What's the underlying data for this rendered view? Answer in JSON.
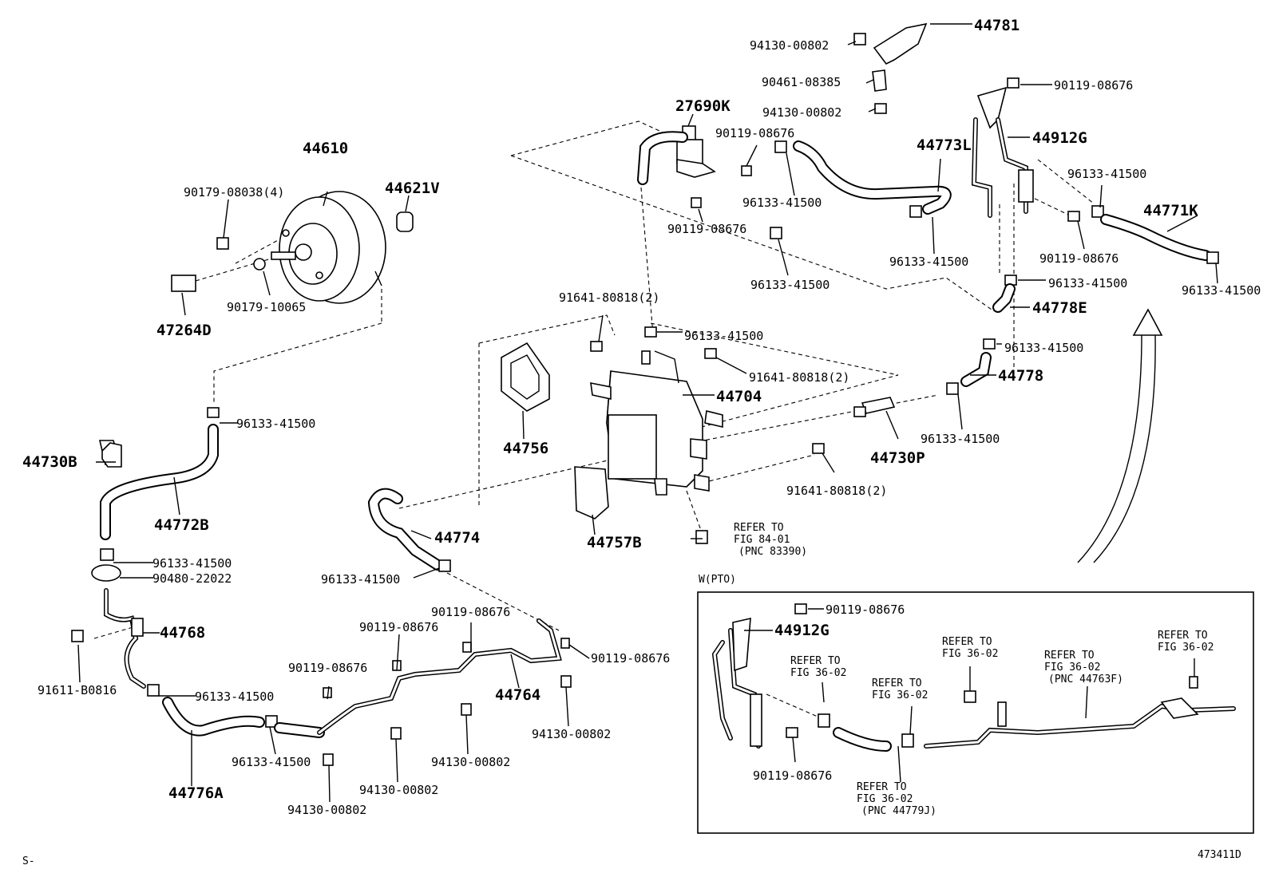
{
  "diagram": {
    "catalog_number": "473411D",
    "footer_mark": "S-",
    "inset_label": "W(PTO)",
    "parts": {
      "p44781": "44781",
      "p94130_a": "94130-00802",
      "p90461": "90461-08385",
      "p94130_b": "94130-00802",
      "p27690K": "27690K",
      "p90119_a": "90119-08676",
      "p90119_top": "90119-08676",
      "p44912G": "44912G",
      "p44773L": "44773L",
      "p96133_a": "96133-41500",
      "p90119_b": "90119-08676",
      "p96133_b": "96133-41500",
      "p96133_c": "96133-41500",
      "p96133_d": "96133-41500",
      "p44771K": "44771K",
      "p90119_c": "90119-08676",
      "p96133_e": "96133-41500",
      "p96133_f": "96133-41500",
      "p44778E": "44778E",
      "p44610": "44610",
      "p90179_08038": "90179-08038(4)",
      "p44621V": "44621V",
      "p90179_10065": "90179-10065",
      "p47264D": "47264D",
      "p91641_a": "91641-80818(2)",
      "p96133_g": "96133-41500",
      "p91641_b": "91641-80818(2)",
      "p44704": "44704",
      "p96133_h": "96133-41500",
      "p44778": "44778",
      "p44756": "44756",
      "p44730P": "44730P",
      "p96133_i": "96133-41500",
      "p91641_c": "91641-80818(2)",
      "p96133_j": "96133-41500",
      "p44730B": "44730B",
      "p44772B": "44772B",
      "p96133_k": "96133-41500",
      "p90480": "90480-22022",
      "p44774": "44774",
      "p96133_l": "96133-41500",
      "p44757B": "44757B",
      "p44768": "44768",
      "p91611": "91611-B0816",
      "p96133_m": "96133-41500",
      "p44776A": "44776A",
      "p96133_n": "96133-41500",
      "p90119_d": "90119-08676",
      "p90119_e": "90119-08676",
      "p90119_f": "90119-08676",
      "p90119_g": "90119-08676",
      "p44764": "44764",
      "p94130_c": "94130-00802",
      "p94130_d": "94130-00802",
      "p94130_e": "94130-00802",
      "p94130_f": "94130-00802",
      "p90119_in1": "90119-08676",
      "p44912G_in": "44912G",
      "p90119_in2": "90119-08676"
    },
    "refs": {
      "r84_1": "REFER TO",
      "r84_2": "FIG 84-01",
      "r84_3": "(PNC 83390)",
      "ra_1": "REFER TO",
      "ra_2": "FIG 36-02",
      "rb_1": "REFER TO",
      "rb_2": "FIG 36-02",
      "rc_1": "REFER TO",
      "rc_2": "FIG 36-02",
      "rd_1": "REFER TO",
      "rd_2": "FIG 36-02",
      "rd_3": "(PNC 44763F)",
      "re_1": "REFER TO",
      "re_2": "FIG 36-02",
      "rf_1": "REFER TO",
      "rf_2": "FIG 36-02",
      "rf_3": "(PNC 44779J)"
    }
  }
}
